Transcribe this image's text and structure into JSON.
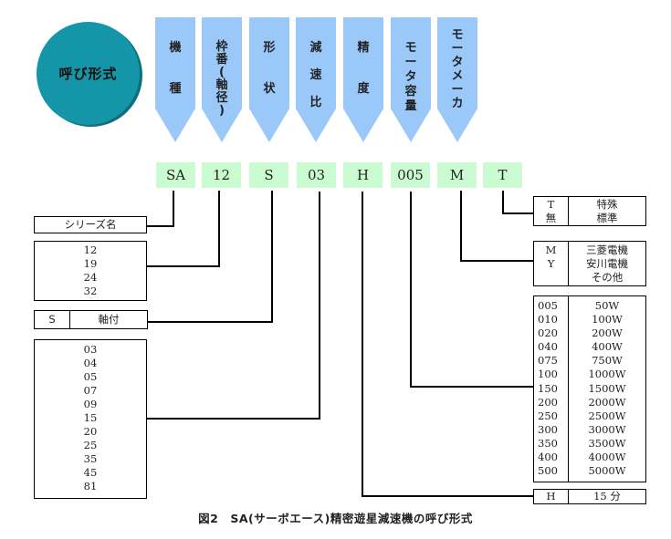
{
  "title_circle": "呼び形式",
  "categories": [
    {
      "id": "model",
      "label": "機種",
      "code": "SA"
    },
    {
      "id": "frame",
      "label": "枠番(軸径)",
      "code": "12"
    },
    {
      "id": "shape",
      "label": "形状",
      "code": "S"
    },
    {
      "id": "ratio",
      "label": "減速比",
      "code": "03"
    },
    {
      "id": "precision",
      "label": "精度",
      "code": "H"
    },
    {
      "id": "motor-capacity",
      "label": "モータ容量",
      "code": "005"
    },
    {
      "id": "motor-maker",
      "label": "モータメーカ",
      "code": "M"
    },
    {
      "id": "special",
      "label": "",
      "code": "T"
    }
  ],
  "banner_chars": {
    "model": [
      "機",
      "",
      "",
      "種"
    ],
    "frame": [
      "枠",
      "番",
      "(",
      "軸",
      "径",
      ")"
    ],
    "shape": [
      "形",
      "",
      "",
      "状"
    ],
    "ratio": [
      "減",
      "",
      "速",
      "",
      "比"
    ],
    "precision": [
      "精",
      "",
      "",
      "度"
    ],
    "motor-capacity": [
      "モ",
      "ー",
      "タ",
      "容",
      "量"
    ],
    "motor-maker": [
      "モ",
      "ー",
      "タ",
      "メ",
      "ー",
      "カ"
    ]
  },
  "boxes": {
    "series": "シリーズ名",
    "frame_sizes": [
      "12",
      "19",
      "24",
      "32"
    ],
    "shape": {
      "code": "S",
      "desc": "軸付"
    },
    "ratios": [
      "03",
      "04",
      "05",
      "07",
      "09",
      "15",
      "20",
      "25",
      "35",
      "45",
      "81"
    ],
    "special": {
      "codes": [
        "T",
        "無"
      ],
      "descs": [
        "特殊",
        "標準"
      ]
    },
    "maker": {
      "codes": [
        "M",
        "Y"
      ],
      "descs": [
        "三菱電機",
        "安川電機",
        "その他"
      ]
    },
    "capacity": {
      "codes": [
        "005",
        "010",
        "020",
        "040",
        "075",
        "100",
        "150",
        "200",
        "250",
        "300",
        "350",
        "400",
        "500"
      ],
      "watts": [
        "50W",
        "100W",
        "200W",
        "400W",
        "750W",
        "1000W",
        "1500W",
        "2000W",
        "2500W",
        "3000W",
        "3500W",
        "4000W",
        "5000W"
      ]
    },
    "precision": {
      "code": "H",
      "desc": "15 分"
    }
  },
  "colors": {
    "circle": "#1596a8",
    "banner": "#99c8f9",
    "code_box": "#cbfbd0"
  },
  "caption": "図2　SA(サーボエース)精密遊星減速機の呼び形式"
}
